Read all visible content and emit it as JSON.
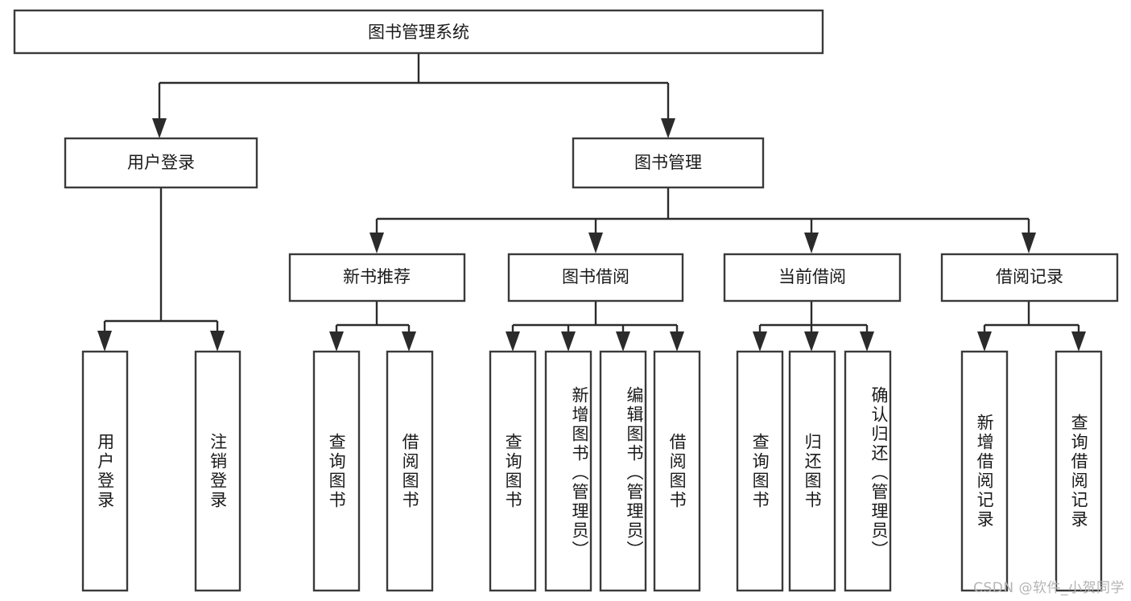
{
  "diagram": {
    "title": "图书管理系统",
    "watermark": "CSDN @软件_小贺同学",
    "colors": {
      "box_stroke": "#3a3a3a",
      "connector": "#2b2b2b",
      "background": "#ffffff",
      "text": "#1a1a1a",
      "watermark": "#b4b4b4"
    },
    "root": {
      "label": "图书管理系统"
    },
    "level2": [
      {
        "label": "用户登录"
      },
      {
        "label": "图书管理"
      }
    ],
    "level3": [
      {
        "label": "新书推荐"
      },
      {
        "label": "图书借阅"
      },
      {
        "label": "当前借阅"
      },
      {
        "label": "借阅记录"
      }
    ],
    "leaves": {
      "user_login": [
        {
          "label": "用户登录"
        },
        {
          "label": "注销登录"
        }
      ],
      "new_book_recommend": [
        {
          "label": "查询图书"
        },
        {
          "label": "借阅图书"
        }
      ],
      "book_borrow": [
        {
          "label": "查询图书"
        },
        {
          "label": "新增图书（管理员）"
        },
        {
          "label": "编辑图书（管理员）"
        },
        {
          "label": "借阅图书"
        }
      ],
      "current_borrow": [
        {
          "label": "查询图书"
        },
        {
          "label": "归还图书"
        },
        {
          "label": "确认归还（管理员）"
        }
      ],
      "borrow_record": [
        {
          "label": "新增借阅记录"
        },
        {
          "label": "查询借阅记录"
        }
      ]
    }
  }
}
